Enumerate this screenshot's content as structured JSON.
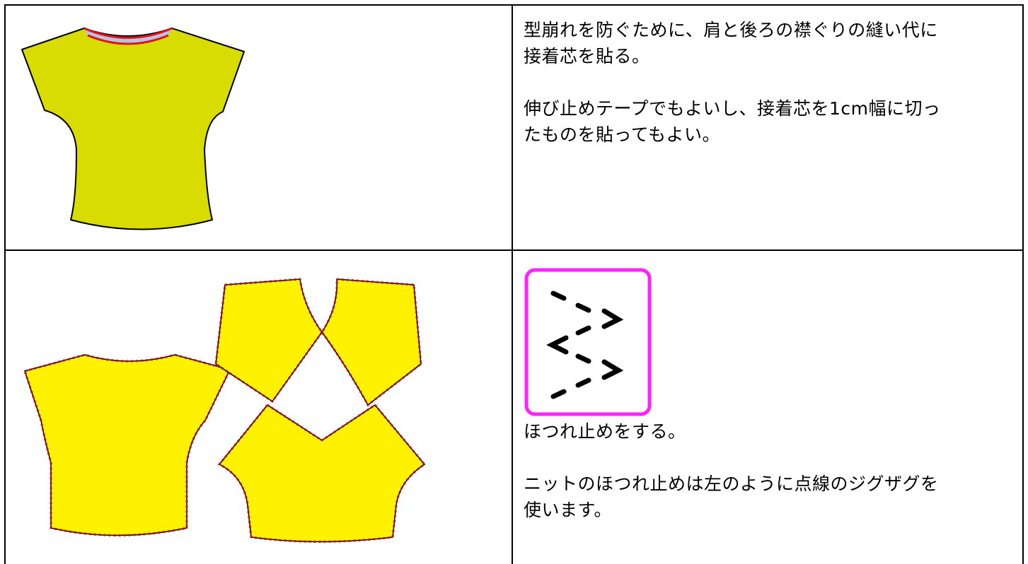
{
  "rows": [
    {
      "image": "t-shirt-with-collar-interfacing",
      "paragraphs": [
        "型崩れを防ぐために、肩と後ろの襟ぐりの縫い代に接着芯を貼る。",
        "伸び止めテープでもよいし、接着芯を1cm幅に切ったものを貼ってもよい。"
      ],
      "lines": [
        "型崩れを防ぐために、肩と後ろの襟ぐりの縫い代に",
        "接着芯を貼る。",
        "伸び止めテープでもよいし、接着芯を1cm幅に切っ",
        "たものを貼ってもよい。"
      ]
    },
    {
      "image": "pattern-pieces-with-zigzag-edges",
      "stitch_icon": "triple-zigzag-stitch-icon",
      "lines": [
        "ほつれ止めをする。",
        "ニットのほつれ止めは左のように点線のジグザグを",
        "使います。"
      ]
    }
  ],
  "colors": {
    "fabric_top": "#d8dc00",
    "fabric_bottom": "#fff200",
    "collar_fill": "#b8c4dc",
    "collar_edge": "#e01020",
    "zigzag_edge": "#c0102a",
    "icon_border": "#ff22ff"
  }
}
